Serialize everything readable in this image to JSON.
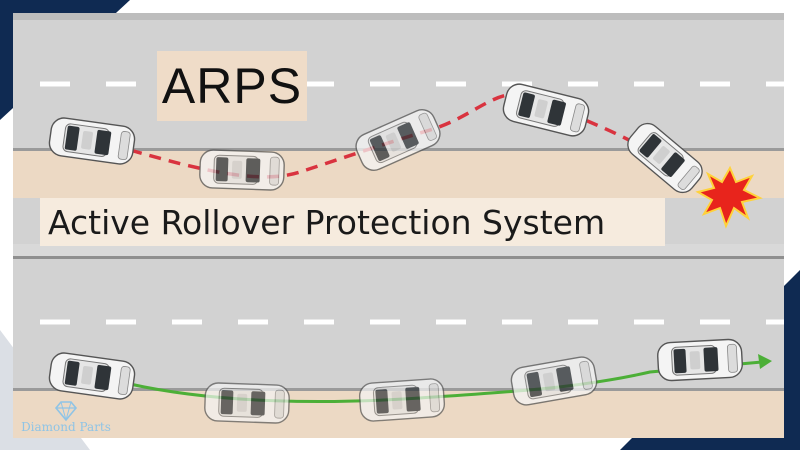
{
  "diagram": {
    "title": "ARPS",
    "subtitle": "Active Rollover Protection System",
    "watermark": "Diamond Parts",
    "colors": {
      "frame_navy": "#0f2a52",
      "road_asphalt": "#d2d2d2",
      "road_shoulder": "#ecd9c4",
      "lane_dash": "#ffffff",
      "unsafe_path": "#d9333f",
      "safe_path": "#4caf37",
      "crash_burst": "#e8241c",
      "watermark": "#8fc4e6"
    },
    "icons": {
      "car": "car-icon",
      "crash": "crash-burst-icon",
      "arrow": "arrow-head-icon",
      "logo": "diamond-logo-icon"
    }
  }
}
